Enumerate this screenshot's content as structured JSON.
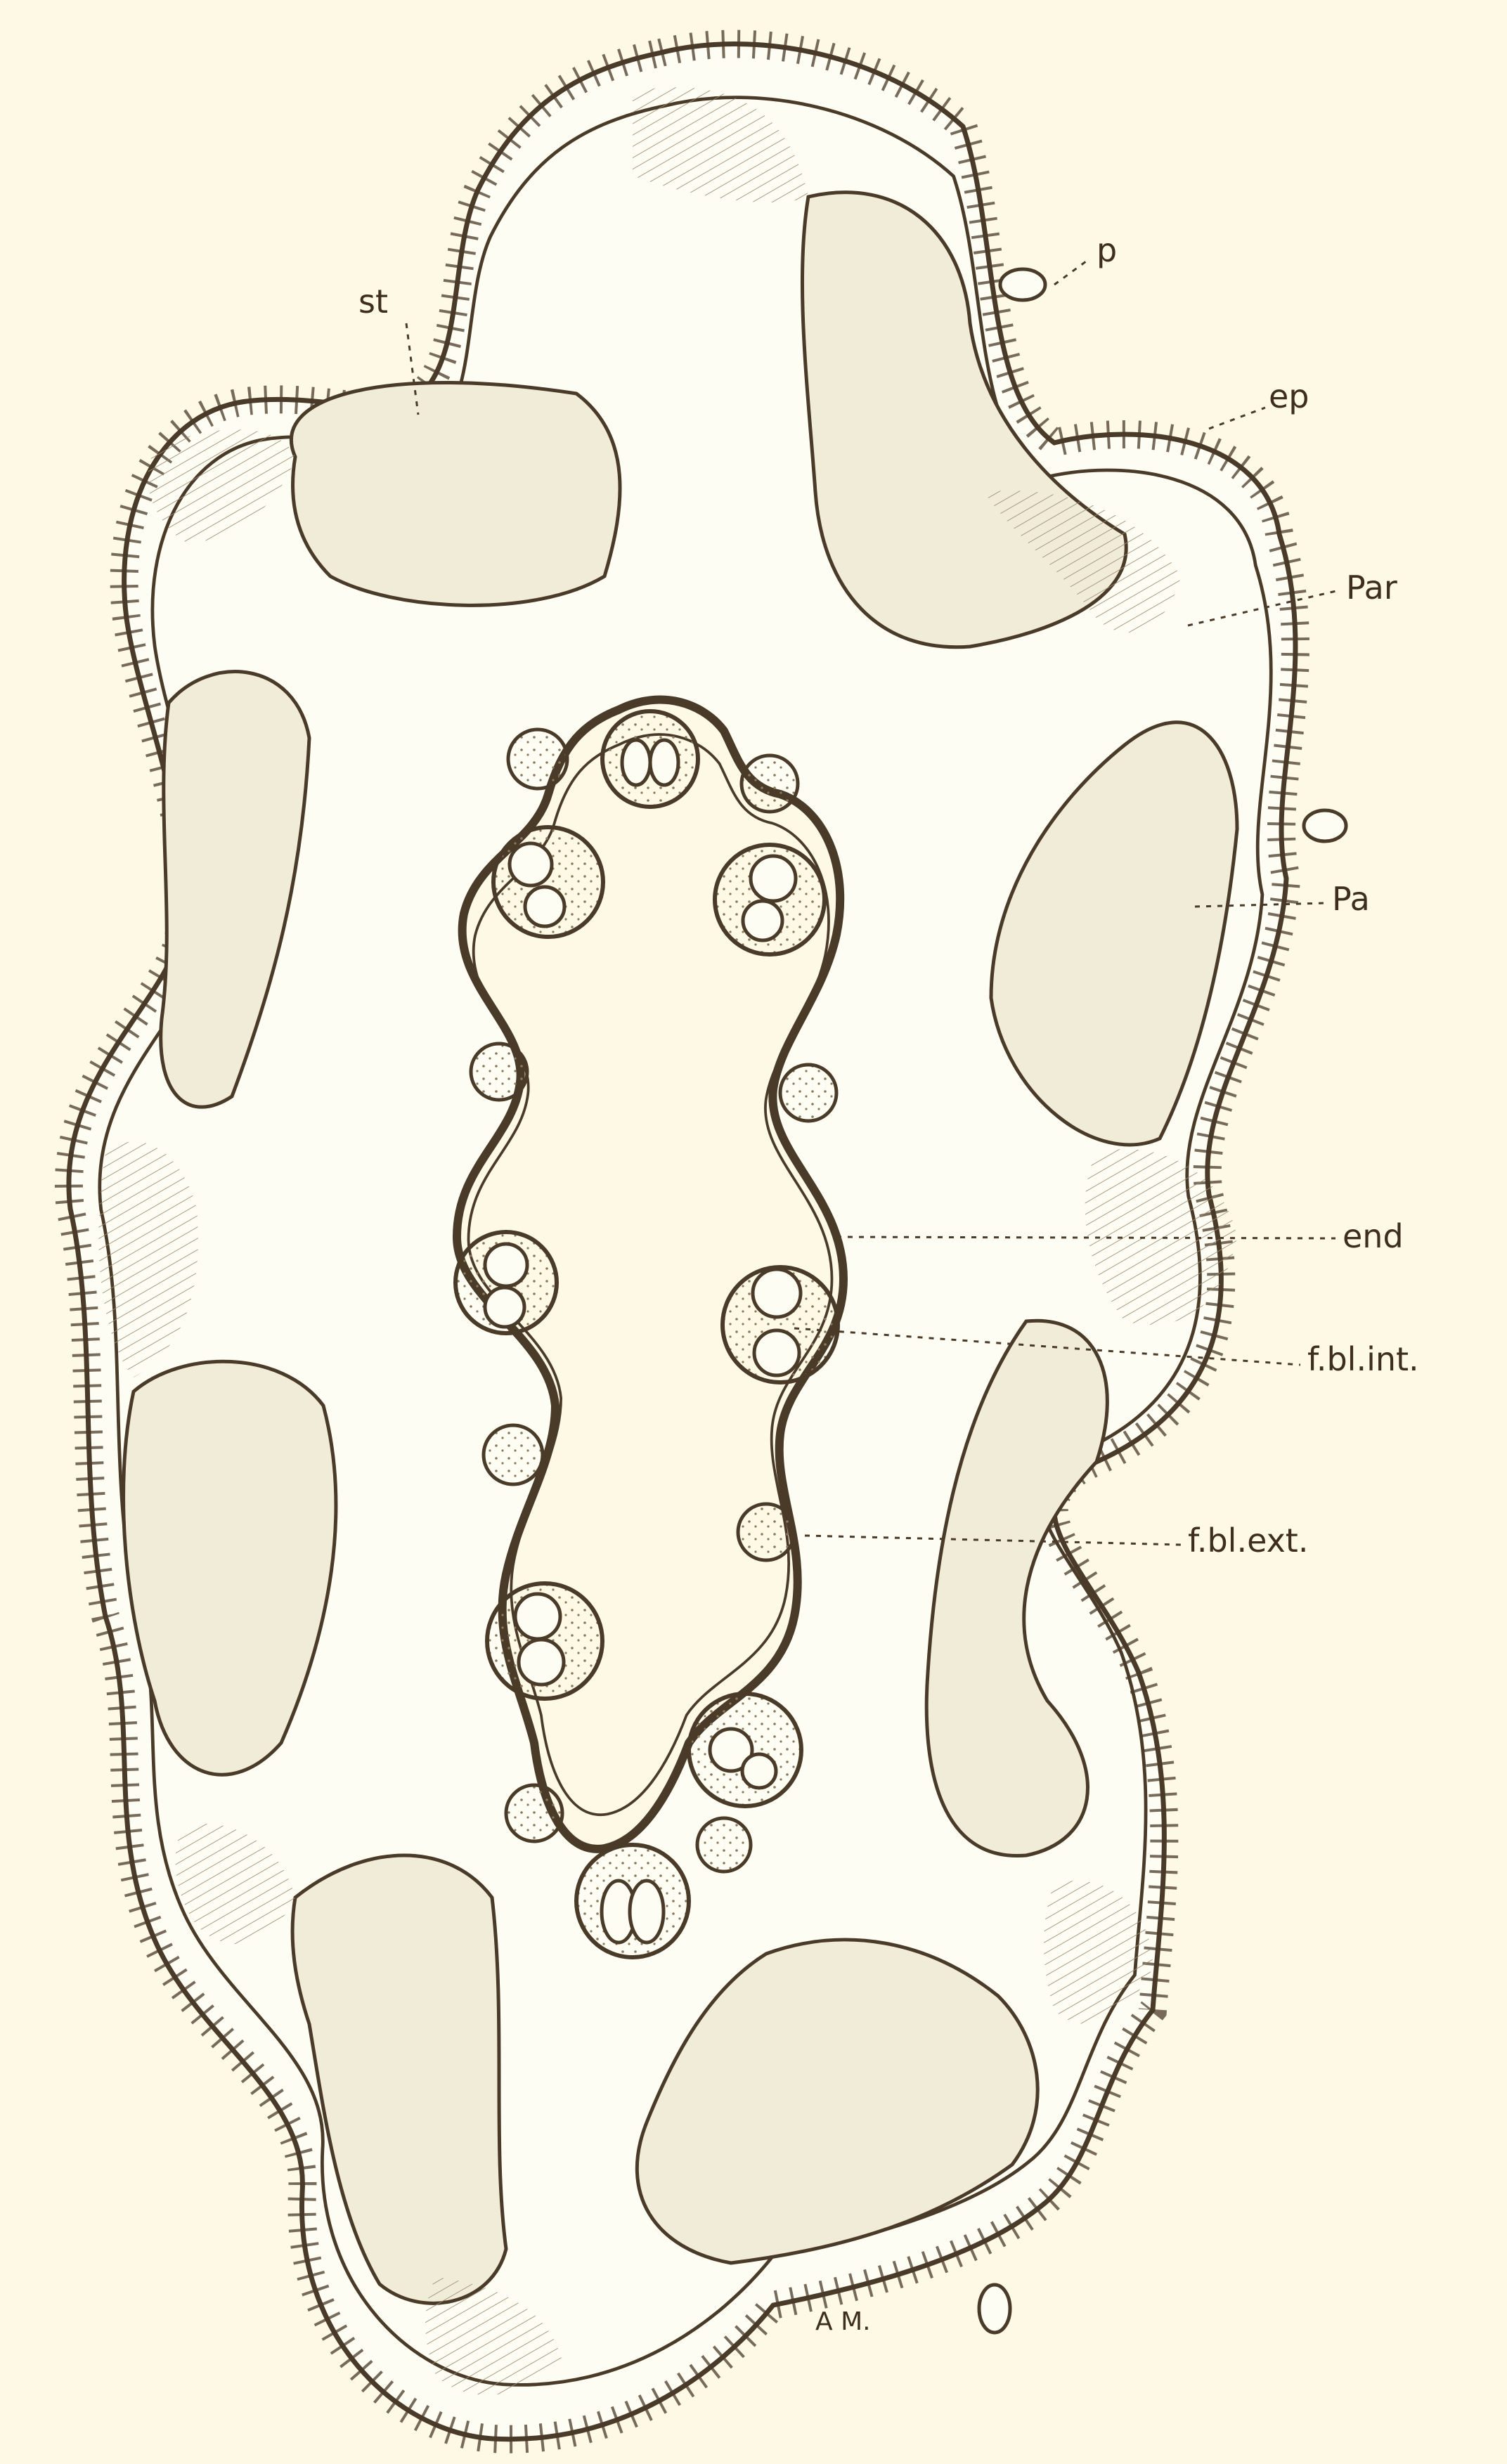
{
  "figure": {
    "colors": {
      "background": "#fdf9e4",
      "tissue": "#f1ecd8",
      "ink": "#4a3a28",
      "cortex": "#fefdf3"
    },
    "labels": {
      "st": "st",
      "p": "p",
      "ep": "ep",
      "par": "Par",
      "pa": "Pa",
      "end": "end",
      "fbl_int": "f.bl.int.",
      "fbl_ext": "f.bl.ext."
    },
    "signature": "A M."
  }
}
